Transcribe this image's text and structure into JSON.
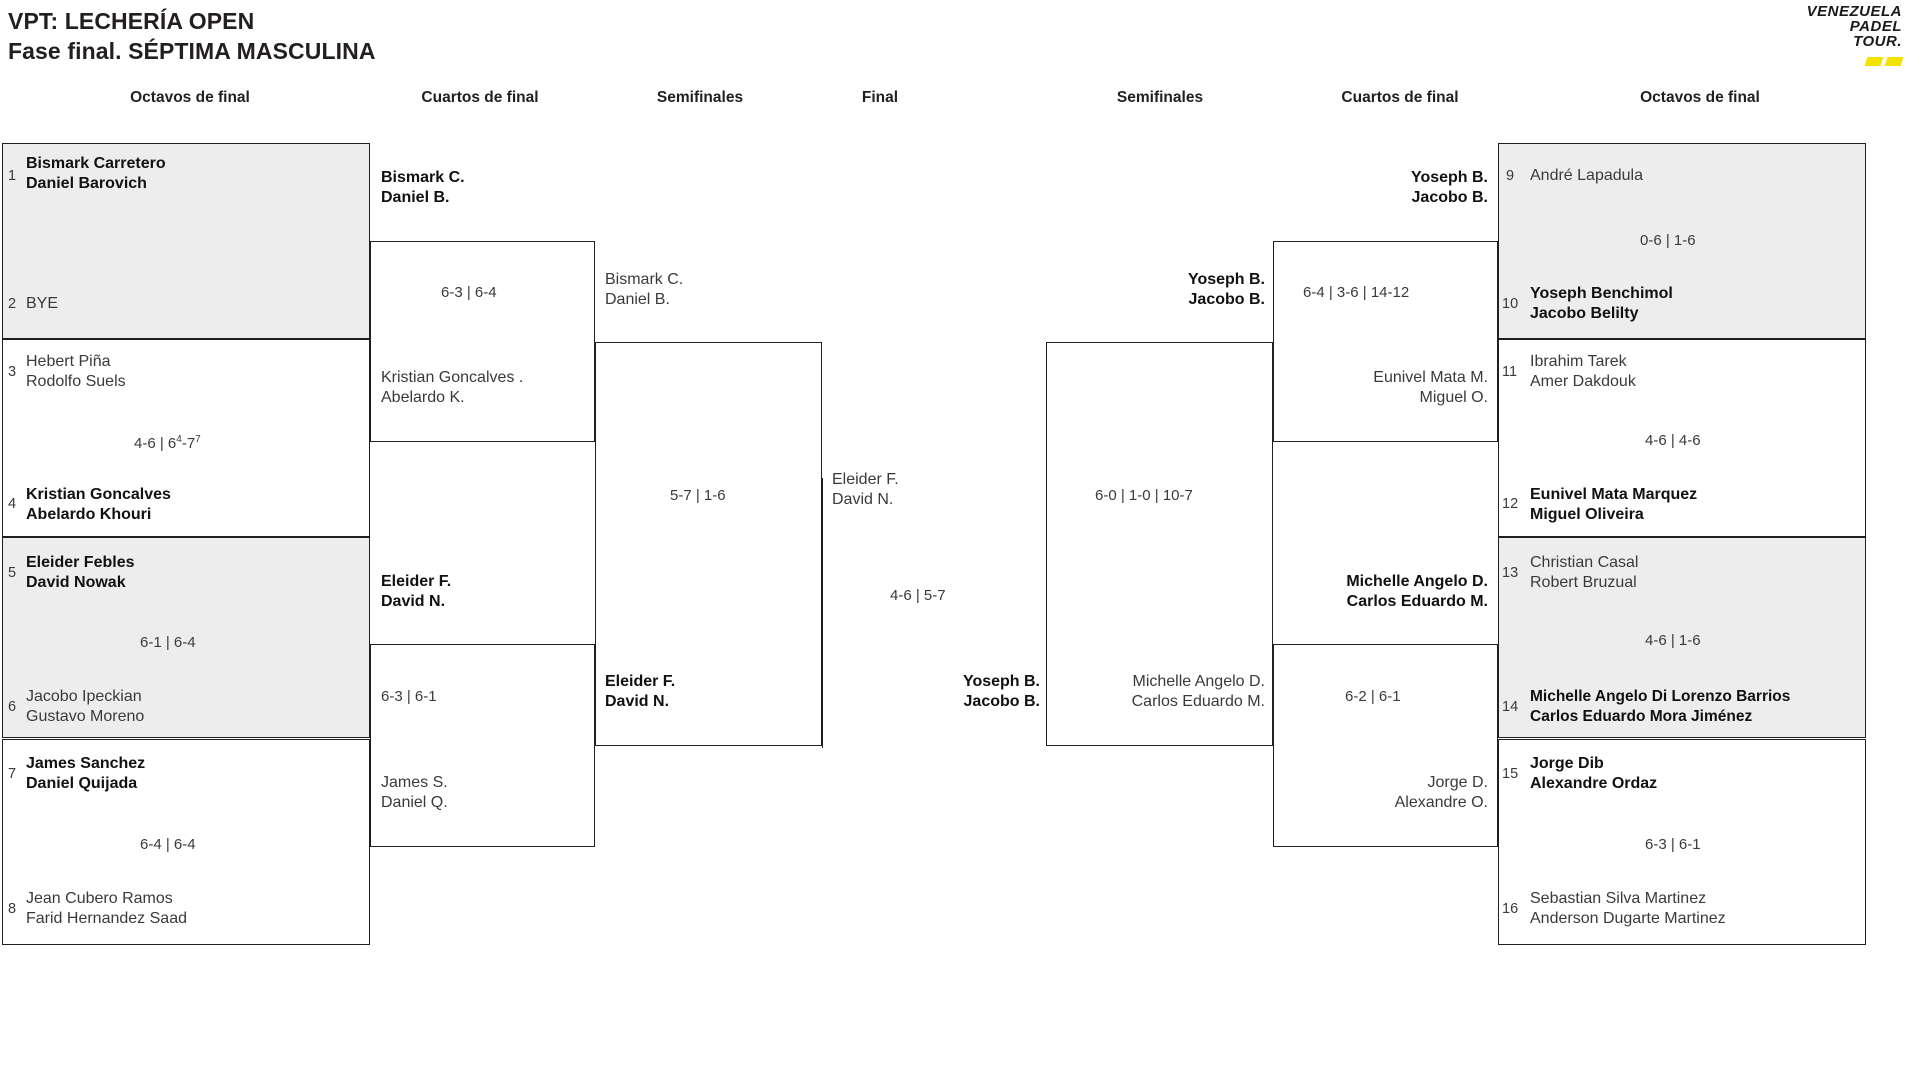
{
  "header": {
    "title_line1": "VPT: LECHERÍA OPEN",
    "title_line2": "Fase final. SÉPTIMA MASCULINA",
    "logo": {
      "line1": "VENEZUELA",
      "line2": "PADEL",
      "line3": "TOUR."
    }
  },
  "round_headers": {
    "left_octavos": "Octavos de final",
    "left_cuartos": "Cuartos de final",
    "left_semis": "Semifinales",
    "final": "Final",
    "right_semis": "Semifinales",
    "right_cuartos": "Cuartos de final",
    "right_octavos": "Octavos de final"
  },
  "left_octavos": [
    {
      "seed": "1",
      "p1": "Bismark Carretero",
      "p2": "Daniel Barovich",
      "winner": true,
      "shaded": true
    },
    {
      "seed": "2",
      "p1": "BYE",
      "p2": "",
      "winner": false,
      "shaded": true
    },
    {
      "seed": "3",
      "p1": "Hebert Piña",
      "p2": "Rodolfo Suels",
      "winner": false,
      "shaded": false
    },
    {
      "seed": "4",
      "p1": "Kristian Goncalves",
      "p2": "Abelardo Khouri",
      "winner": true,
      "shaded": false
    },
    {
      "seed": "5",
      "p1": "Eleider Febles",
      "p2": "David Nowak",
      "winner": true,
      "shaded": true
    },
    {
      "seed": "6",
      "p1": "Jacobo Ipeckian",
      "p2": "Gustavo Moreno",
      "winner": false,
      "shaded": true
    },
    {
      "seed": "7",
      "p1": "James Sanchez",
      "p2": "Daniel Quijada",
      "winner": true,
      "shaded": false
    },
    {
      "seed": "8",
      "p1": "Jean Cubero Ramos",
      "p2": "Farid Hernandez Saad",
      "winner": false,
      "shaded": false
    }
  ],
  "left_octavos_scores": {
    "m1": "",
    "m2_a": "4-6 | 6",
    "m2_sup1": "4",
    "m2_b": "-7",
    "m2_sup2": "7",
    "m3": "6-1 | 6-4",
    "m4": "6-4 | 6-4"
  },
  "left_cuartos": [
    {
      "p1": "Bismark C.",
      "p2": "Daniel B.",
      "winner": true,
      "score": "6-3 | 6-4"
    },
    {
      "p1": "Kristian Goncalves .",
      "p2": "Abelardo K.",
      "winner": false,
      "score": "6-3 | 6-4"
    },
    {
      "p1": "Eleider F.",
      "p2": "David N.",
      "winner": true,
      "score": "6-3 | 6-1"
    },
    {
      "p1": "James S.",
      "p2": "Daniel Q.",
      "winner": false,
      "score": "6-3 | 6-1"
    }
  ],
  "left_semis": [
    {
      "p1": "Bismark C.",
      "p2": "Daniel B.",
      "winner": false
    },
    {
      "p1": "Eleider F.",
      "p2": "David N.",
      "winner": true
    }
  ],
  "left_semis_score": "5-7 | 1-6",
  "final": {
    "top": {
      "p1": "Eleider F.",
      "p2": "David N.",
      "winner": false
    },
    "bottom": {
      "p1": "Yoseph B.",
      "p2": "Jacobo B.",
      "winner": true
    },
    "score": "4-6 | 5-7"
  },
  "right_semis": [
    {
      "p1": "Yoseph B.",
      "p2": "Jacobo B.",
      "winner": true
    },
    {
      "p1": "Michelle Angelo D.",
      "p2": "Carlos Eduardo M.",
      "winner": false
    }
  ],
  "right_semis_score": "6-0 | 1-0 | 10-7",
  "right_cuartos": [
    {
      "p1": "Yoseph B.",
      "p2": "Jacobo B.",
      "winner": true,
      "score": "6-4 | 3-6 | 14-12"
    },
    {
      "p1": "Eunivel Mata M.",
      "p2": "Miguel O.",
      "winner": false,
      "score": "6-4 | 3-6 | 14-12"
    },
    {
      "p1": "Michelle Angelo D.",
      "p2": "Carlos Eduardo M.",
      "winner": true,
      "score": "6-2 | 6-1"
    },
    {
      "p1": "Jorge D.",
      "p2": "Alexandre O.",
      "winner": false,
      "score": "6-2 | 6-1"
    }
  ],
  "right_octavos": [
    {
      "seed": "9",
      "p1": "André Lapadula",
      "p2": "",
      "winner": false,
      "shaded": true
    },
    {
      "seed": "10",
      "p1": "Yoseph Benchimol",
      "p2": "Jacobo Belilty",
      "winner": true,
      "shaded": true
    },
    {
      "seed": "11",
      "p1": "Ibrahim Tarek",
      "p2": "Amer Dakdouk",
      "winner": false,
      "shaded": false
    },
    {
      "seed": "12",
      "p1": "Eunivel Mata Marquez",
      "p2": "Miguel Oliveira",
      "winner": true,
      "shaded": false
    },
    {
      "seed": "13",
      "p1": "Christian Casal",
      "p2": "Robert Bruzual",
      "winner": false,
      "shaded": true
    },
    {
      "seed": "14",
      "p1": "Michelle Angelo Di Lorenzo Barrios",
      "p2": "Carlos Eduardo Mora Jiménez",
      "winner": true,
      "shaded": true
    },
    {
      "seed": "15",
      "p1": "Jorge Dib",
      "p2": "Alexandre Ordaz",
      "winner": true,
      "shaded": false
    },
    {
      "seed": "16",
      "p1": "Sebastian Silva Martinez",
      "p2": "Anderson Dugarte Martinez",
      "winner": false,
      "shaded": false
    }
  ],
  "right_octavos_scores": {
    "m1": "0-6 | 1-6",
    "m2": "4-6 | 4-6",
    "m3": "4-6 | 1-6",
    "m4": "6-3 | 6-1"
  },
  "colors": {
    "ink": "#231f20",
    "shade": "#ededed",
    "accent_yellow": "#f2e300"
  }
}
